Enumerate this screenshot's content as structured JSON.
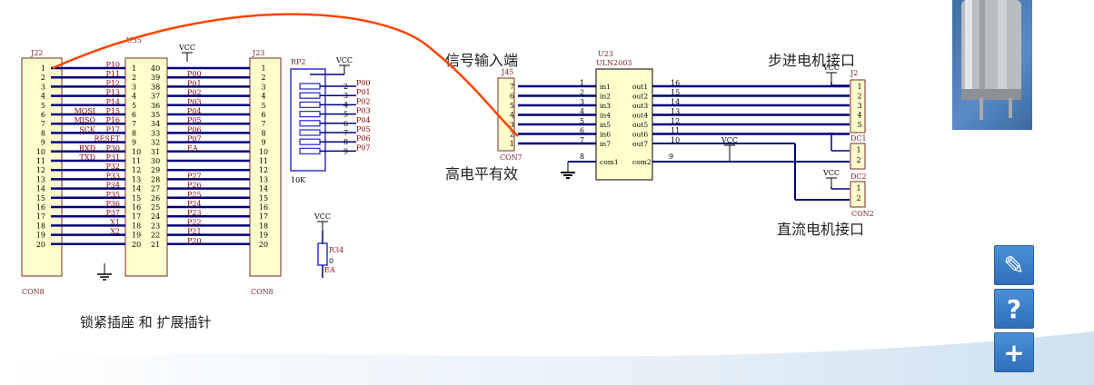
{
  "labels": {
    "signal_input": "信号输入端",
    "high_active": "高电平有效",
    "stepper_iface": "步进电机接口",
    "dc_iface": "直流电机接口",
    "socket_caption": "锁紧插座 和 扩展插针"
  },
  "parts": {
    "j22": "J22",
    "u35": "U35",
    "j23": "J23",
    "rp2": "RP2",
    "rp2_val": "10K",
    "j45": "J45",
    "con7": "CON7",
    "u23": "U23",
    "u23_part": "ULN2003",
    "j2": "J2",
    "dc1": "DC1",
    "dc2": "DC2",
    "con2": "CON2",
    "r34": "R34",
    "r34_val": "0",
    "ea": "EA",
    "con8": "CON8",
    "vcc": "VCC"
  },
  "u35_left_nets": [
    "P10",
    "P11",
    "P12",
    "P13",
    "P14",
    "P15",
    "P16",
    "P17",
    "RESET",
    "P30",
    "P31",
    "P32",
    "P33",
    "P34",
    "P35",
    "P36",
    "P37",
    "X1",
    "X2",
    ""
  ],
  "u35_left_alt": [
    "",
    "",
    "",
    "",
    "",
    "MOSI",
    "MISO",
    "SCK",
    "",
    "RXD",
    "TXD",
    "",
    "",
    "",
    "",
    "",
    "",
    "",
    "",
    ""
  ],
  "u35_right_nets": [
    "",
    "P00",
    "P01",
    "P02",
    "P03",
    "P04",
    "P05",
    "P06",
    "P07",
    "EA",
    "",
    "",
    "P27",
    "P26",
    "P25",
    "P24",
    "P23",
    "P22",
    "P21",
    "P20"
  ],
  "u35_left_pins": [
    "1",
    "2",
    "3",
    "4",
    "5",
    "6",
    "7",
    "8",
    "9",
    "10",
    "11",
    "12",
    "13",
    "14",
    "15",
    "16",
    "17",
    "18",
    "19",
    "20"
  ],
  "u35_right_pins": [
    "40",
    "39",
    "38",
    "37",
    "36",
    "35",
    "34",
    "33",
    "32",
    "31",
    "30",
    "29",
    "28",
    "27",
    "26",
    "25",
    "24",
    "23",
    "22",
    "21"
  ],
  "rp2_pins": [
    "2",
    "3",
    "4",
    "5",
    "6",
    "7",
    "8",
    "9"
  ],
  "rp2_nets": [
    "P00",
    "P01",
    "P02",
    "P03",
    "P04",
    "P05",
    "P06",
    "P07"
  ],
  "j45_pins": [
    "7",
    "6",
    "5",
    "4",
    "3",
    "2",
    "1"
  ],
  "uln_inputs": [
    "in1",
    "in2",
    "in3",
    "in4",
    "in5",
    "in6",
    "in7"
  ],
  "uln_outputs": [
    "out1",
    "out2",
    "out3",
    "out4",
    "out5",
    "out6",
    "out7"
  ],
  "uln_in_pins": [
    "1",
    "2",
    "3",
    "4",
    "5",
    "6",
    "7"
  ],
  "uln_out_pins": [
    "16",
    "15",
    "14",
    "13",
    "12",
    "11",
    "10"
  ],
  "uln_com": {
    "com1": "com1",
    "com2": "com2",
    "pin8": "8",
    "pin9": "9"
  },
  "j2_pins": [
    "1",
    "2",
    "3",
    "4",
    "5"
  ],
  "dc_pins": [
    "1",
    "2"
  ],
  "toolbar": {
    "edit_glyph": "✎",
    "help_glyph": "?",
    "add_glyph": "+"
  },
  "colors": {
    "wire": "#00007f",
    "net": "#8b0000",
    "part": "#7a2a2a",
    "ic_fill": "#ffffcc",
    "accent": "#ff4400",
    "resistor_pack": "#3333cc"
  }
}
